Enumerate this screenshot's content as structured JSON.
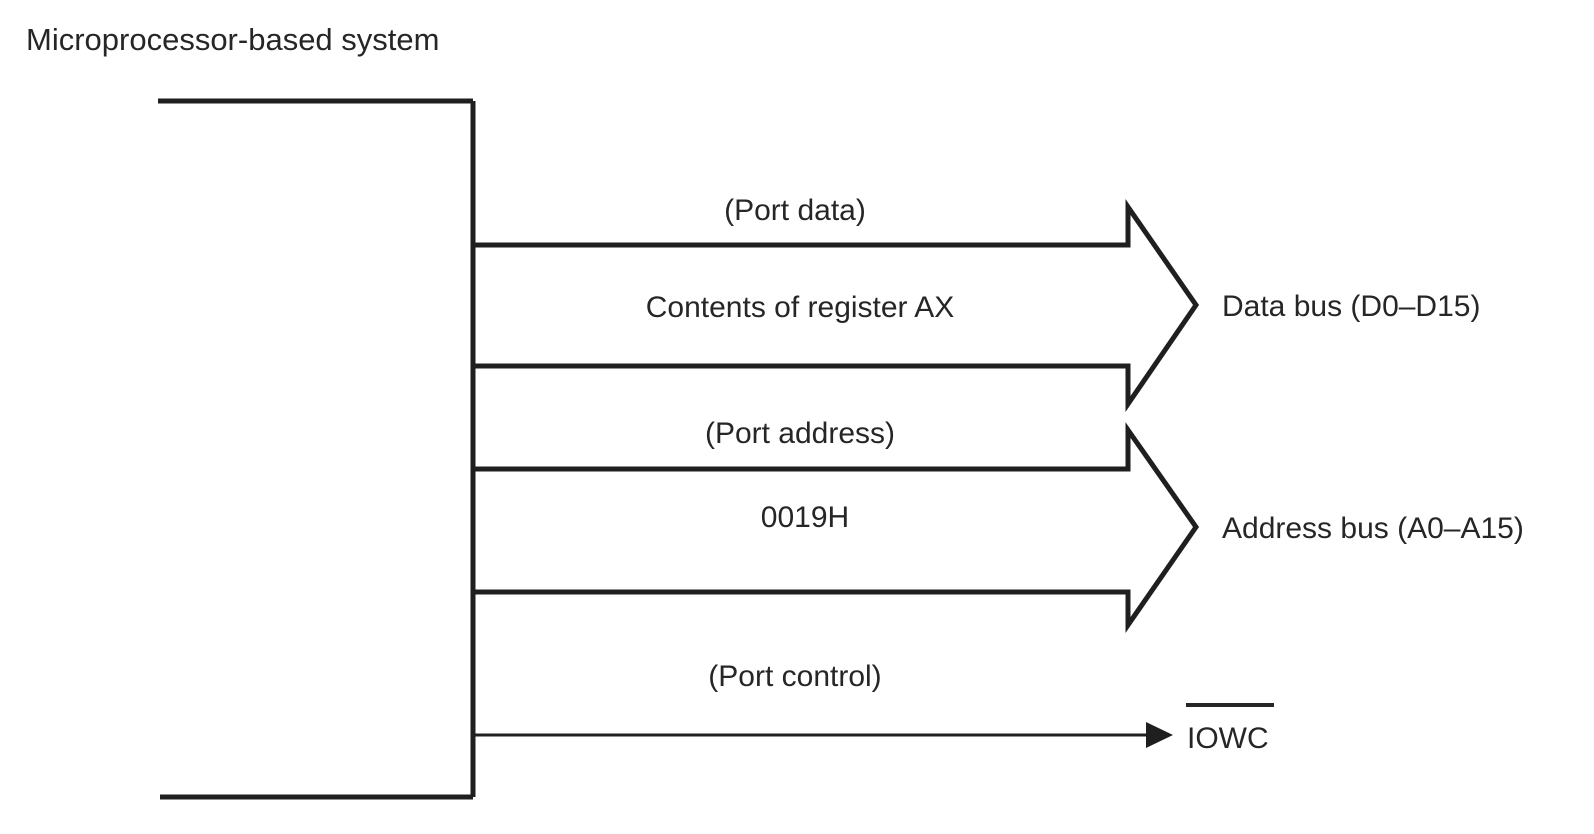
{
  "figure": {
    "title": "Microprocessor-based system",
    "system_block": {
      "name": "microprocessor-based-system-block"
    },
    "buses": [
      {
        "id": "data-bus",
        "annotation": "(Port data)",
        "payload": "Contents of register AX",
        "label": "Data bus (D0–D15)",
        "arrow_style": "block"
      },
      {
        "id": "address-bus",
        "annotation": "(Port address)",
        "payload": "0019H",
        "label": "Address bus (A0–A15)",
        "arrow_style": "block"
      },
      {
        "id": "control-bus",
        "annotation": "(Port control)",
        "payload": "",
        "label": "IOWC",
        "label_overbar": true,
        "arrow_style": "line"
      }
    ],
    "colors": {
      "stroke": "#1f1f1f",
      "text": "#262626",
      "background": "#ffffff"
    }
  }
}
